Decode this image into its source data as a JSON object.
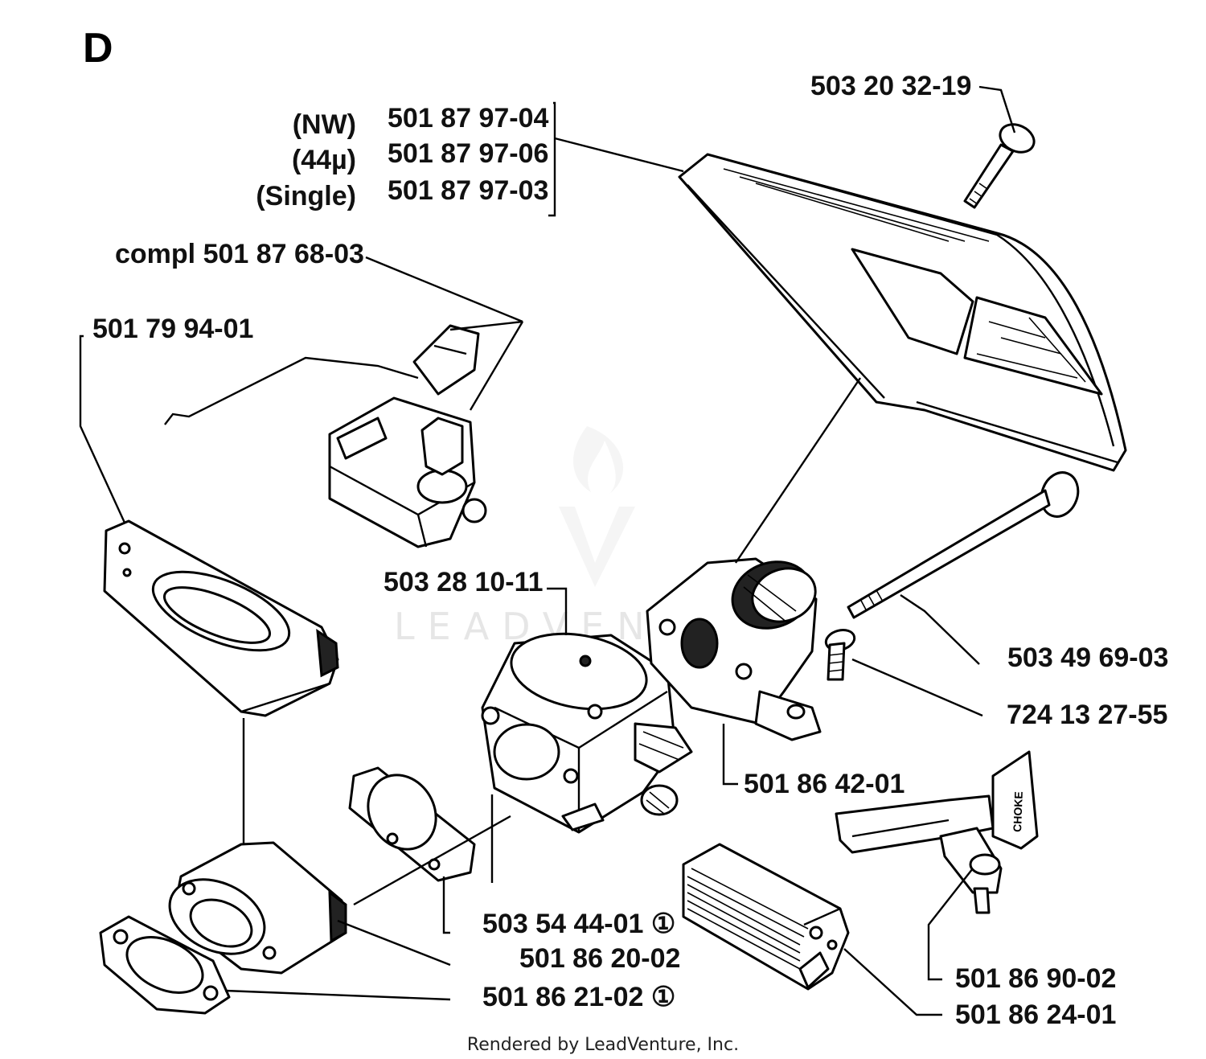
{
  "section_letter": "D",
  "labels": {
    "screw_top": "503 20 32-19",
    "filter_nw_tag": "(NW)",
    "filter_nw_part": "501 87 97-04",
    "filter_44_tag": "(44µ)",
    "filter_44_part": "501 87 97-06",
    "filter_single_tag": "(Single)",
    "filter_single_part": "501 87 97-03",
    "compl": "compl 501 87 68-03",
    "gasket_plate": "501 79 94-01",
    "carburetor": "503 28 10-11",
    "bolt_long": "503 49 69-03",
    "screw_small": "724 13 27-55",
    "holder": "501 86 42-01",
    "gasket_a": "503 54 44-01 ①",
    "gasket_b": "501 86 20-02",
    "gasket_c": "501 86 21-02 ①",
    "choke": "501 86 90-02",
    "grip": "501 86 24-01"
  },
  "choke_text": "CHOKE",
  "watermark": "LEADVENTURE",
  "footer": "Rendered by LeadVenture, Inc."
}
